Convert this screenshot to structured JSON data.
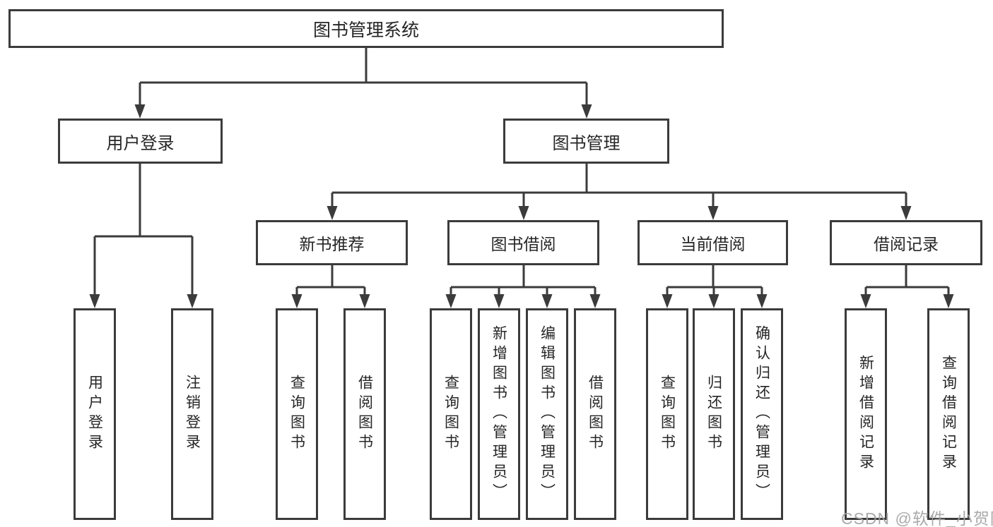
{
  "diagram": {
    "title": "图书管理系统",
    "nodes": {
      "root": "图书管理系统",
      "level2": [
        "用户登录",
        "图书管理"
      ],
      "level3": [
        "新书推荐",
        "图书借阅",
        "当前借阅",
        "借阅记录"
      ],
      "leaves": [
        "用户登录",
        "注销登录",
        "查询图书",
        "借阅图书",
        "查询图书",
        "新增图书（管理员）",
        "编辑图书（管理员）",
        "借阅图书",
        "查询图书",
        "归还图书",
        "确认归还（管理员）",
        "新增借阅记录",
        "查询借阅记录"
      ]
    },
    "hierarchy": {
      "图书管理系统": [
        "用户登录",
        "图书管理"
      ],
      "用户登录": [
        "用户登录",
        "注销登录"
      ],
      "图书管理": [
        "新书推荐",
        "图书借阅",
        "当前借阅",
        "借阅记录"
      ],
      "新书推荐": [
        "查询图书",
        "借阅图书"
      ],
      "图书借阅": [
        "查询图书",
        "新增图书（管理员）",
        "编辑图书（管理员）",
        "借阅图书"
      ],
      "当前借阅": [
        "查询图书",
        "归还图书",
        "确认归还（管理员）"
      ],
      "借阅记录": [
        "新增借阅记录",
        "查询借阅记录"
      ]
    },
    "colors": {
      "line": "#3b3b3b",
      "box_border": "#3b3b3b",
      "box_fill": "#ffffff",
      "text": "#262626",
      "background": "#ffffff",
      "watermark": "#a3a3a3"
    }
  },
  "watermark": {
    "text": "CSDN @软件_小贺同学"
  }
}
